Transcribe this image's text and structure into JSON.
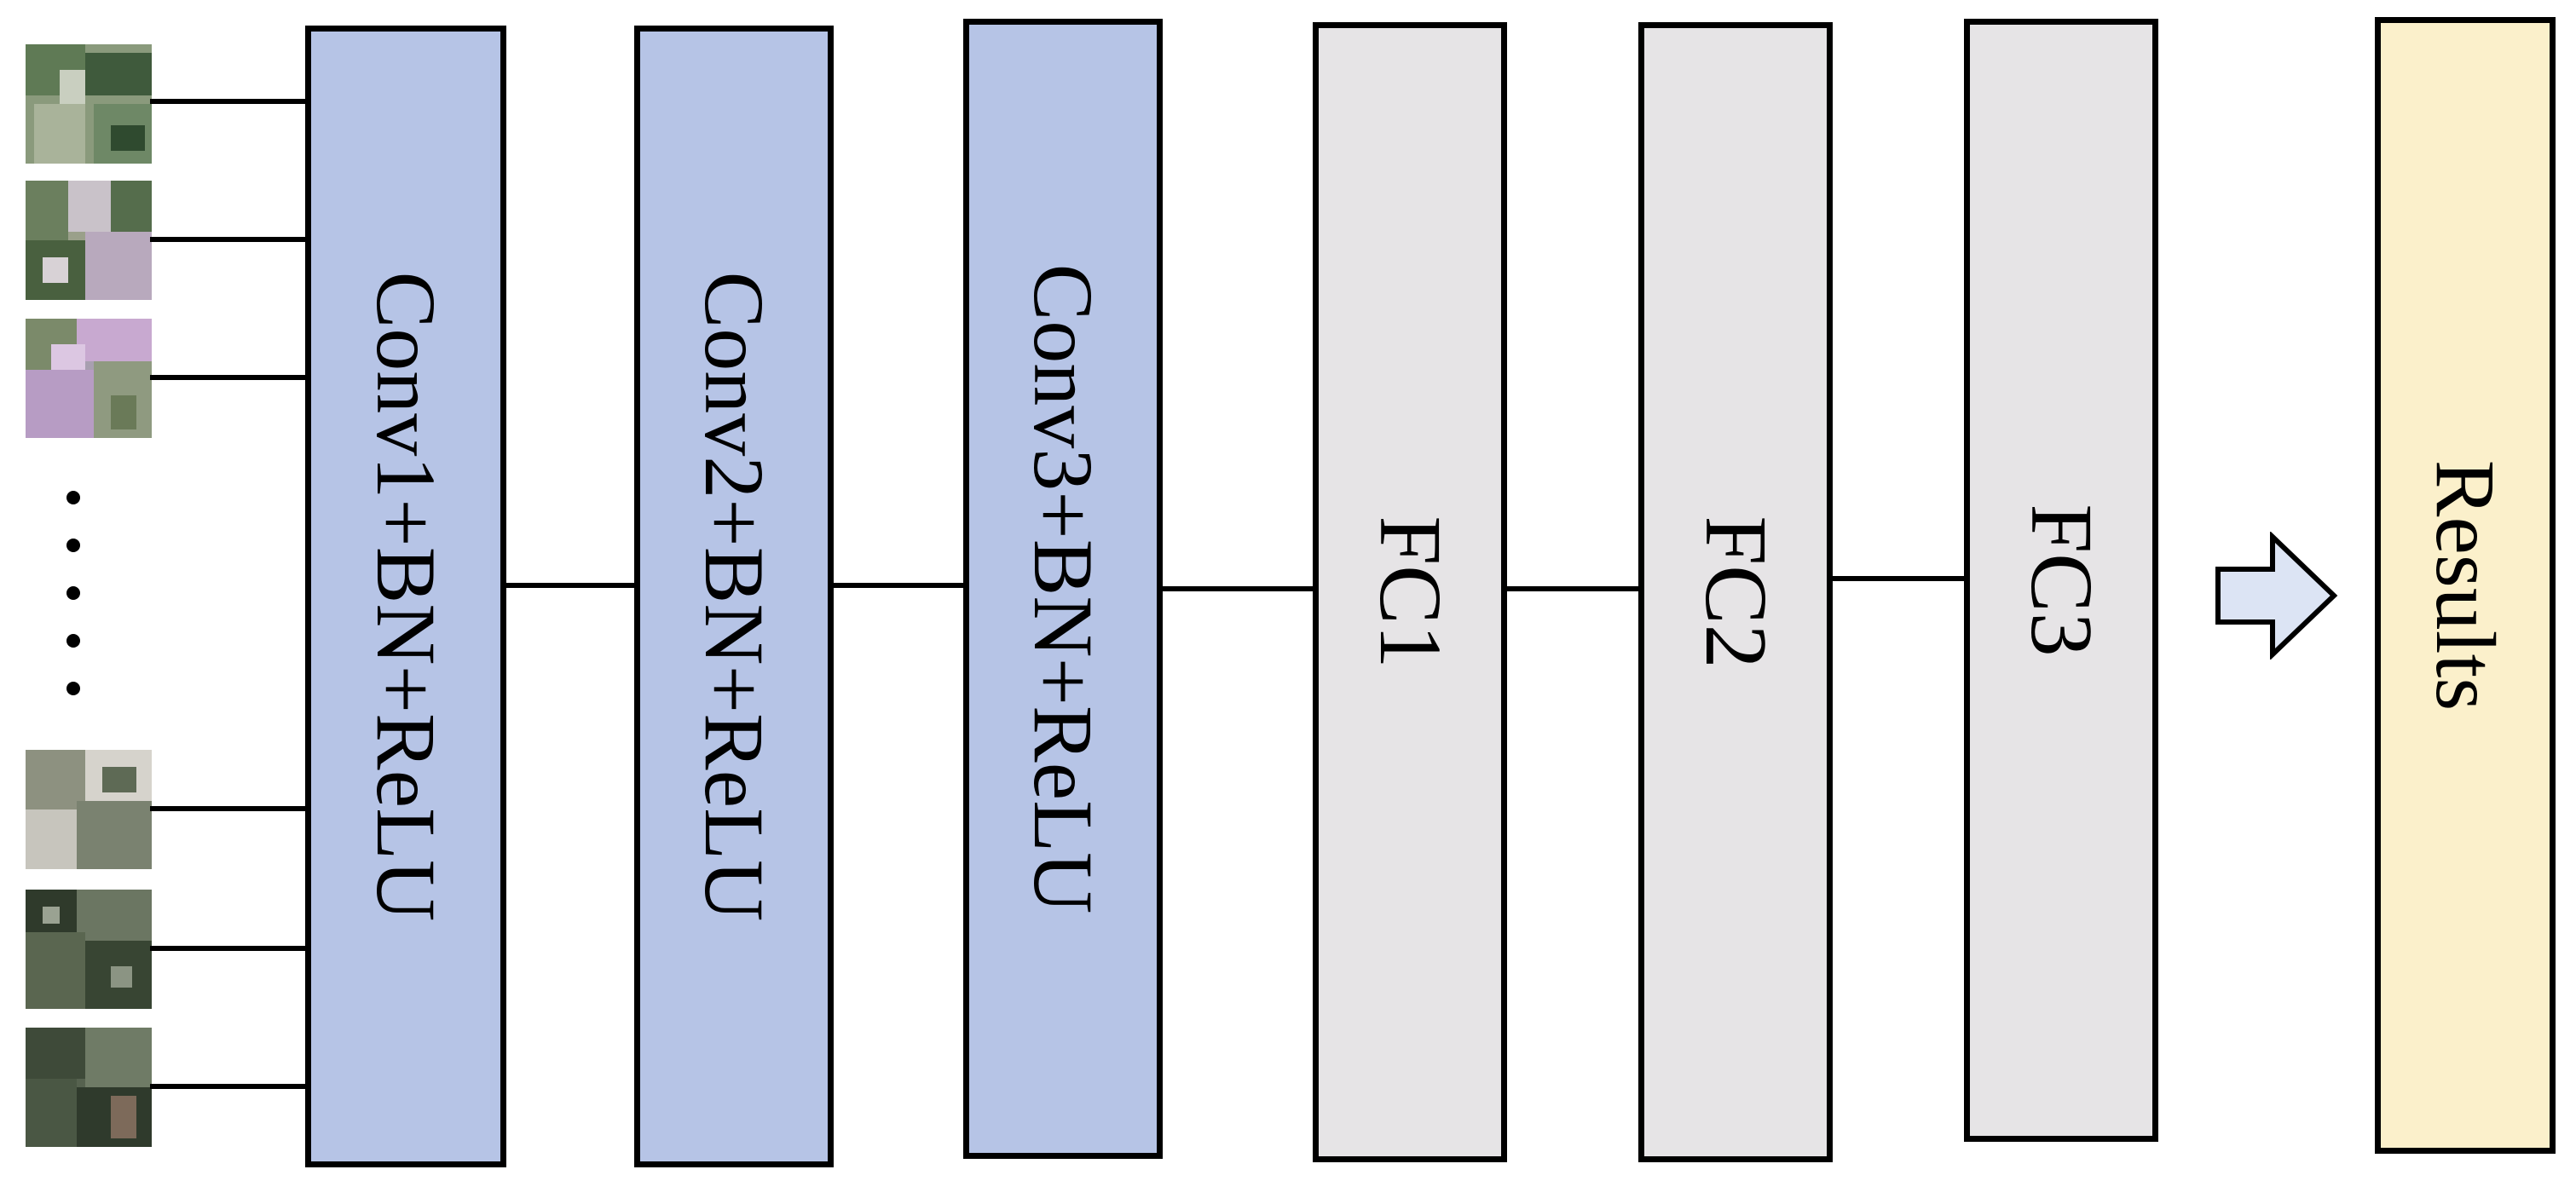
{
  "diagram": {
    "blocks": [
      {
        "id": "conv1",
        "label": "Conv1+BN+ReLU",
        "kind": "conv"
      },
      {
        "id": "conv2",
        "label": "Conv2+BN+ReLU",
        "kind": "conv"
      },
      {
        "id": "conv3",
        "label": "Conv3+BN+ReLU",
        "kind": "conv"
      },
      {
        "id": "fc1",
        "label": "FC1",
        "kind": "fc"
      },
      {
        "id": "fc2",
        "label": "FC2",
        "kind": "fc"
      },
      {
        "id": "fc3",
        "label": "FC3",
        "kind": "fc"
      },
      {
        "id": "results",
        "label": "Results",
        "kind": "output"
      }
    ],
    "input_images": {
      "count_visible": 6,
      "ellipsis": "……"
    },
    "colors": {
      "conv_fill": "#B6C4E6",
      "fc_fill": "#E6E4E6",
      "results_fill": "#FBF0CB",
      "arrow_fill": "#DCE4F4",
      "stroke": "#000000"
    }
  }
}
